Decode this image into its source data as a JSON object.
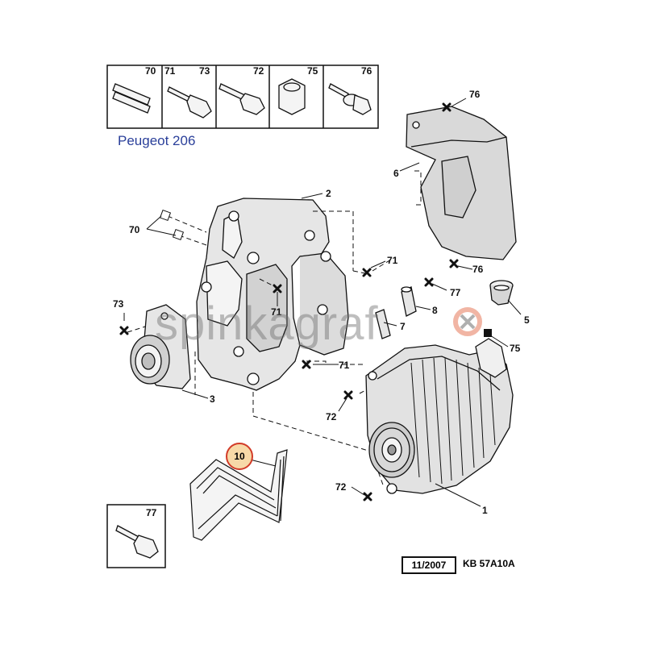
{
  "header_parts": [
    {
      "label": "70",
      "icon": "roll-pin-icon"
    },
    {
      "label": "71",
      "icon": "hex-bolt-icon"
    },
    {
      "label": "73",
      "icon": "hex-bolt-icon"
    },
    {
      "label": "72",
      "icon": "hex-bolt-icon"
    },
    {
      "label": "75",
      "icon": "hex-nut-icon"
    },
    {
      "label": "76",
      "icon": "flanged-bolt-icon"
    }
  ],
  "brand": "Peugeot 206",
  "callouts": {
    "c76_top": "76",
    "c6": "6",
    "c2": "2",
    "c70": "70",
    "c71_right": "71",
    "c76_mid": "76",
    "c77": "77",
    "c73": "73",
    "c71_mid": "71",
    "c8": "8",
    "c5": "5",
    "c7": "7",
    "c75": "75",
    "c71_low": "71",
    "c3": "3",
    "c72_upper": "72",
    "c72_lower": "72",
    "c1": "1",
    "c10": "10"
  },
  "box77_label": "77",
  "footer": {
    "date": "11/2007",
    "code": "KB 57A10A"
  },
  "watermark": "spinkagraf",
  "colors": {
    "line": "#111111",
    "brand": "#2a3f9a",
    "badge_fill": "#f7d9a8",
    "badge_ring": "#d23b28",
    "watermark": "#8a8a8a"
  }
}
